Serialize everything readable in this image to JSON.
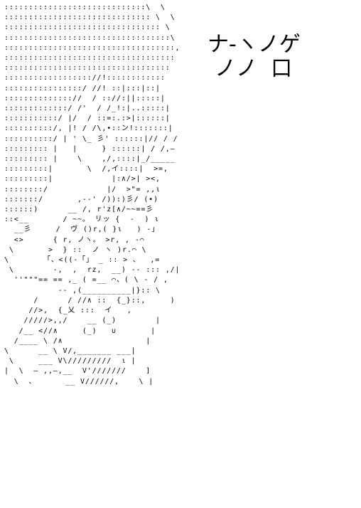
{
  "art": {
    "lines": [
      ":::::::::::::::::::::::::::::\\  \\",
      ":::::::::::::::::::::::::::::: \\  \\",
      ":::::::::::::::::::::::::::::::: \\",
      "::::::::::::::::::::::::::::::::::\\",
      ":::::::::::::::::::::::::::::::::::,",
      ":::::::::::::::::::::::::::::::::::",
      "::::::::::::::::::::::::::::::::::",
      ":::::::::::::::::://!::::::::::::",
      "::::::::::::::::/ //! ::|:::|::|",
      ":::::::::::::://  / :://:||:::::|",
      ":::::::::::::/ /'  / /_!:|..:::::|",
      ":::::::::::/ |/  / ::=:.:>|::::::|",
      "::::::::::/, |! / /\\,•::ン!:::::::|",
      "::::::::::/ | ' \\_ 彡' ::::::|// / /",
      "::::::::: |   |     } ::::::| / /,—",
      "::::::::: |    \\    ,/,::::|_/_____",
      ":::::::::|       \\  /,イ::::|  >=,",
      ":::::::::|            |:∧/>| ><,",
      "::::::::/            |/  >\"= ,,ι ",
      ":::::::/       ,--' /)):)彡/ (•) ",
      "::::::)      __ /, r'z[∧/~~==彡",
      "::<__       / ~~。 リッ {  -  ) ι",
      "  __彡     /  ヴ ()r,( }ι   ) -」",
      "  <>      { r, ノヽ。 >r, , -⌒",
      " \\       >  } ::  ノ ヽ )r.⌒ \\",
      "\\       「、<((-「」 _ :: > 、  ,=",
      " \\        -,  ,  rz,  __) -- ::: ,/|",
      "  ''\"\"\"== == ,_ ( =__ ⌒、( \\ - / ,",
      "           -- ,(__________|}:: \\ ",
      "      /      / //∧ ::  {_}::,     )",
      "     //>,  {_乂 :::  イ   ,      ",
      "    /////>,,/    __ (_)        |",
      "   /__ <//∧     (_)   ∪       |",
      "  /____ \\ /∧                 |",
      "\\      __ \\ V/,_______ ___|",
      " \\     ___ V\\/////////  ι |",
      "|  \\  — ,,—,__  V'///////    ]",
      "  \\  、      __ V//////,    \\ |"
    ],
    "caption": {
      "line1": "ナ‐ヽノゲ",
      "line2": "ノノ  口"
    },
    "text_color": "#000000",
    "background_color": "#ffffff"
  }
}
